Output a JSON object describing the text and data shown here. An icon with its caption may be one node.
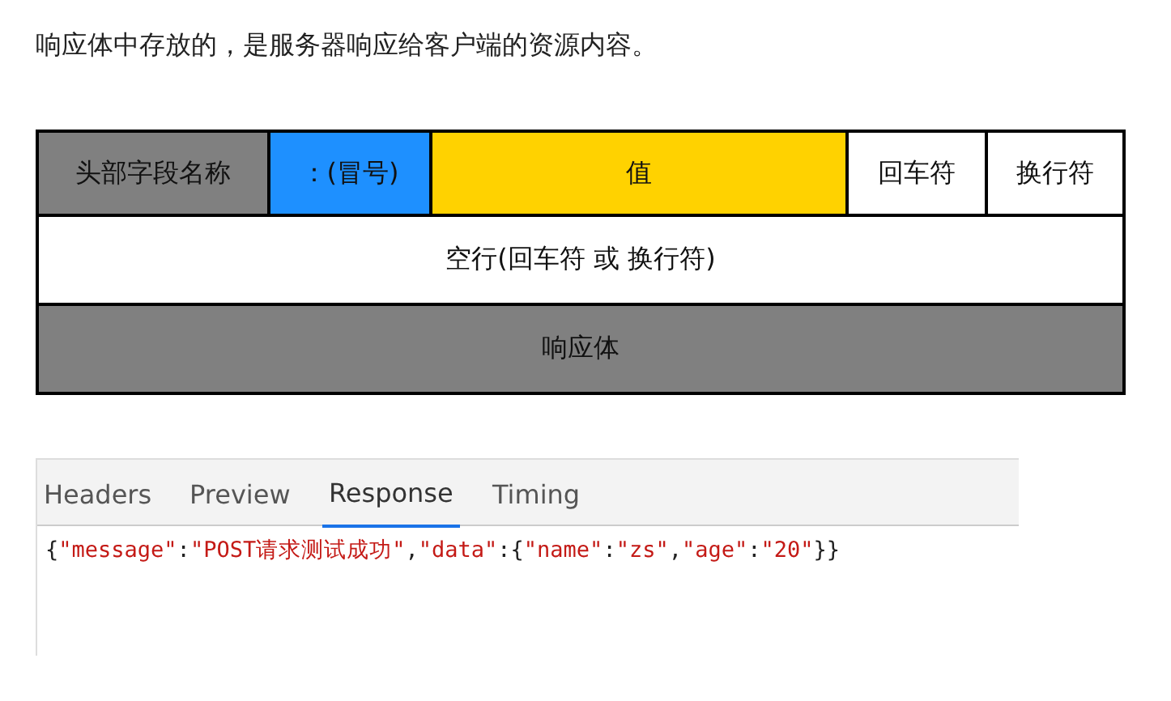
{
  "diagram": {
    "title": "响应体中存放的，是服务器响应给客户端的资源内容。",
    "nodes": [
      {
        "text": [
          "头部字段名称"
        ]
      },
      {
        "text": [
          "：(冒号)"
        ]
      },
      {
        "text": [
          "值"
        ]
      },
      {
        "text": [
          "回车符"
        ]
      },
      {
        "text": [
          "换行符"
        ]
      },
      {
        "text": [
          "空行(回车符 或 换行符)"
        ]
      },
      {
        "text": [
          "响应体"
        ]
      }
    ],
    "labels": [
      "Headers",
      "Preview",
      "Response",
      "Timing",
      "{\"message\":\"POST请求测试成功\",\"data\":{\"name\":\"zs\",\"age\":\"20\"}}"
    ]
  }
}
